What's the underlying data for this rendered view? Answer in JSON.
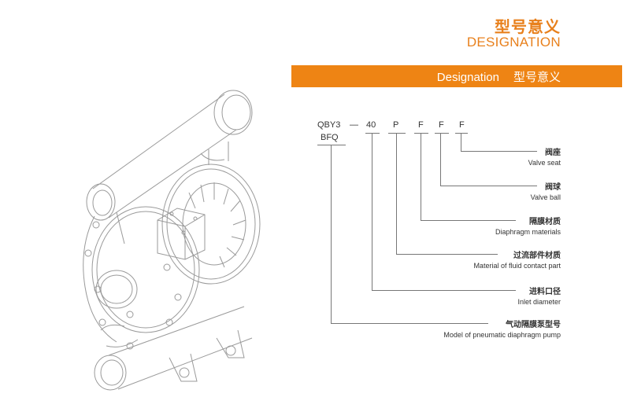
{
  "header": {
    "title_cn": "型号意义",
    "title_en": "DESIGNATION"
  },
  "band": {
    "title_en": "Designation",
    "title_cn": "型号意义"
  },
  "code": {
    "part1": "QBY3",
    "dash": "—",
    "size": "40",
    "p": "P",
    "f1": "F",
    "f2": "F",
    "f3": "F",
    "bfq": "BFQ"
  },
  "labels": [
    {
      "cn": "阀座",
      "en": "Valve seat"
    },
    {
      "cn": "阀球",
      "en": "Valve ball"
    },
    {
      "cn": "隔膜材质",
      "en": "Diaphragm materials"
    },
    {
      "cn": "过流部件材质",
      "en": "Material of fluid contact part"
    },
    {
      "cn": "进料口径",
      "en": "Inlet diameter"
    },
    {
      "cn": "气动隔膜泵型号",
      "en": "Model of pneumatic diaphragm pump"
    }
  ],
  "colors": {
    "accent": "#ee8414",
    "title": "#e8801c",
    "line": "#777777"
  }
}
